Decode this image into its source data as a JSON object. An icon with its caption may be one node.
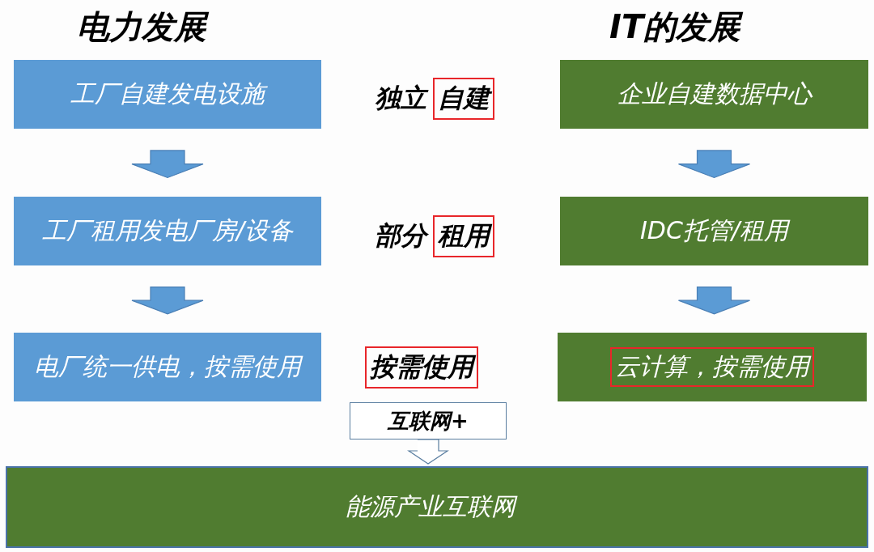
{
  "diagram": {
    "nodes": [
      {
        "text": [
          "工厂自建发电设施"
        ]
      },
      {
        "text": [
          "工厂租用发电厂房/设备"
        ]
      },
      {
        "text": [
          "电厂统一供电，按需使用"
        ]
      },
      {
        "text": [
          "企业自建数据中心"
        ]
      },
      {
        "text": [
          "IDC托管/租用"
        ]
      },
      {
        "text": [
          "云计算，按需使用"
        ]
      },
      {
        "text": [
          "互联网+"
        ]
      },
      {
        "text": [
          "能源产业互联网"
        ]
      }
    ],
    "edges": [
      {
        "from": 0,
        "to": 1,
        "arrow": "to"
      },
      {
        "from": 1,
        "to": 2,
        "arrow": "to"
      },
      {
        "from": 3,
        "to": 4,
        "arrow": "to"
      },
      {
        "from": 4,
        "to": 5,
        "arrow": "to"
      },
      {
        "from": 6,
        "to": 7,
        "arrow": "to"
      }
    ],
    "labels": [
      "电力发展",
      "IT的发展",
      "独立",
      "自建",
      "部分",
      "租用",
      "按需使用"
    ]
  }
}
